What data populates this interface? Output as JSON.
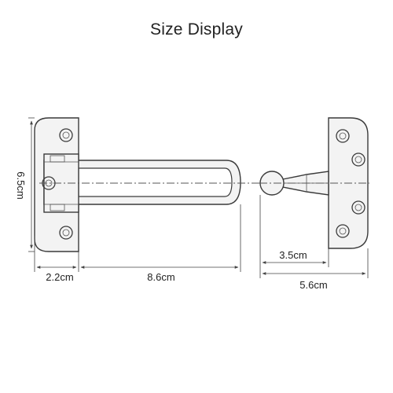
{
  "title": "Size Display",
  "dimensions": {
    "height_left": "6.5cm",
    "width_plate": "2.2cm",
    "width_arm": "8.6cm",
    "knob_length": "3.5cm",
    "receiver_total": "5.6cm"
  },
  "colors": {
    "metal_fill": "#f3f3f3",
    "outline": "#3a3a3a",
    "text": "#222222"
  }
}
